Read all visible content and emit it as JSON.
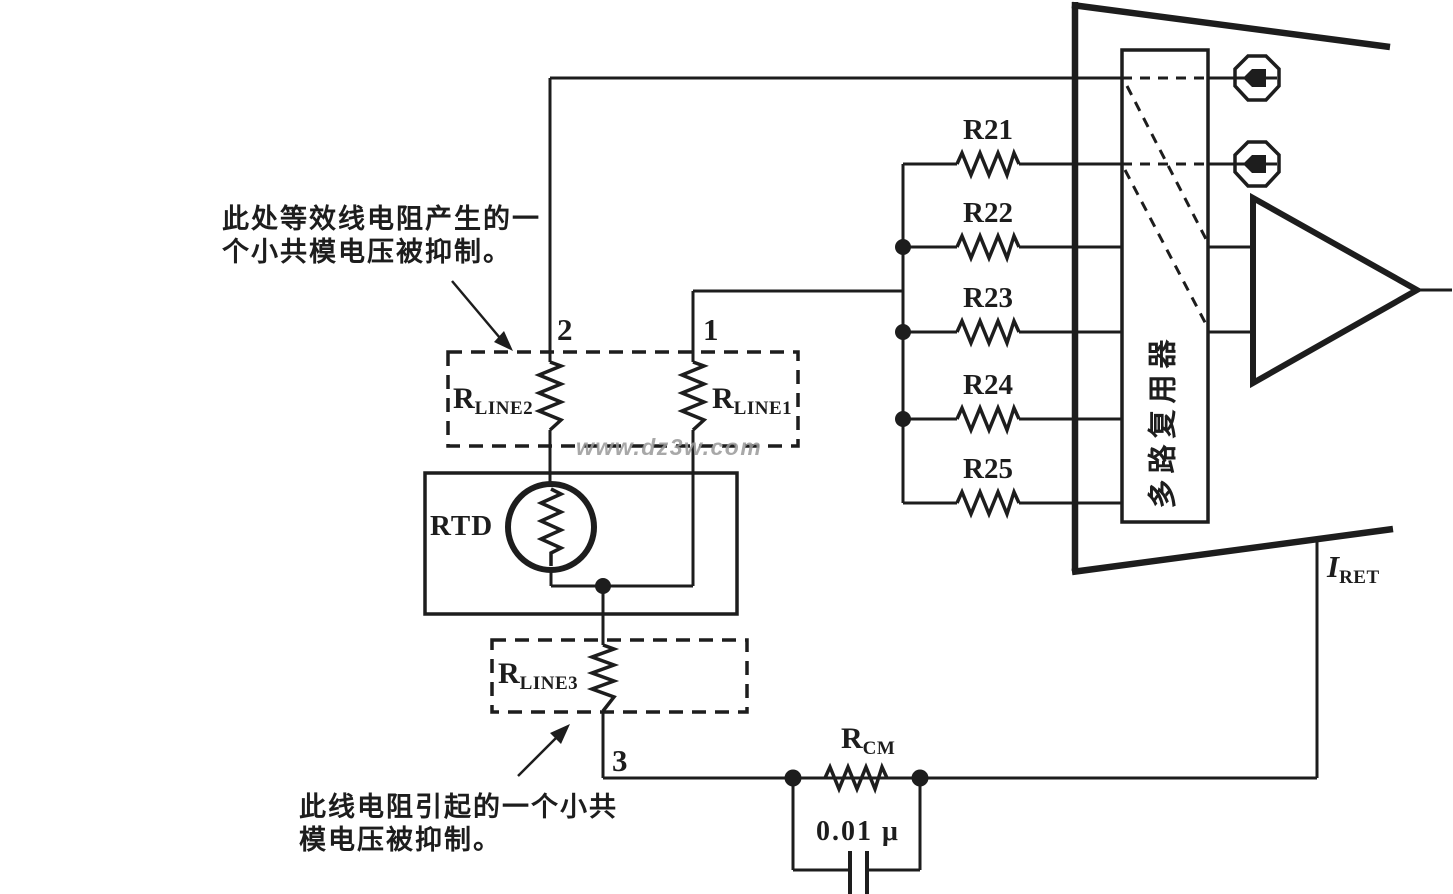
{
  "annotations": {
    "top": {
      "line1": "此处等效线电阻产生的一",
      "line2": "个小共模电压被抑制。"
    },
    "bottom": {
      "line1": "此线电阻引起的一个小共",
      "line2": "模电压被抑制。"
    }
  },
  "labels": {
    "node2": "2",
    "node1": "1",
    "node3": "3",
    "rtd": "RTD",
    "rline2": {
      "base": "R",
      "sub": "LINE2"
    },
    "rline1": {
      "base": "R",
      "sub": "LINE1"
    },
    "rline3": {
      "base": "R",
      "sub": "LINE3"
    },
    "rcm": {
      "base": "R",
      "sub": "CM"
    },
    "capacitor": "0.01 μ",
    "iret": {
      "base": "I",
      "sub": "RET"
    },
    "mux": "多路复用器"
  },
  "resistor_bank": [
    "R21",
    "R22",
    "R23",
    "R24",
    "R25"
  ],
  "watermark": "www.dz3w.com",
  "colors": {
    "ink": "#1d1d1d",
    "paper": "#ffffff",
    "watermark": "#9a9a9a"
  }
}
